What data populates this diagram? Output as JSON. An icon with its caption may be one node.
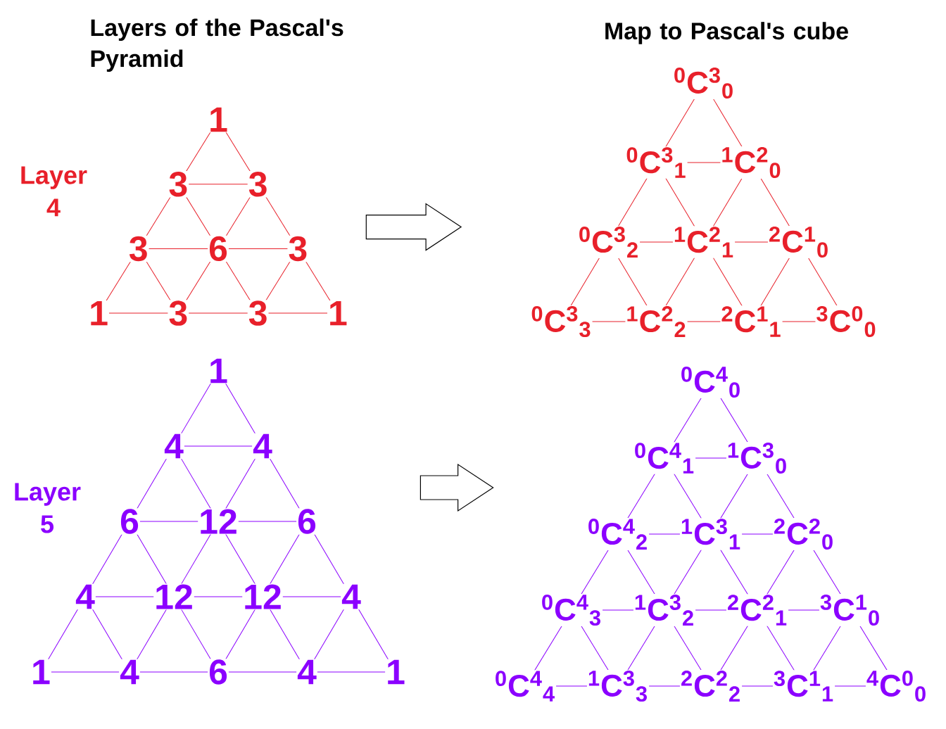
{
  "diagram": {
    "nodes": [
      {
        "text": [
          "1",
          "3",
          "3",
          "3",
          "6",
          "3",
          "1",
          "3",
          "3",
          "1"
        ]
      },
      {
        "text": [
          "$^{0}$C$^{3}$$_{0}$",
          "$^{0}$C$^{3}$$_{1}$",
          "$^{1}$C$^{2}$$_{0}$",
          "$^{0}$C$^{3}$$_{2}$",
          "$^{1}$C$^{2}$$_{1}$",
          "$^{2}$C$^{1}$$_{0}$",
          "$^{0}$C$^{3}$$_{3}$",
          "$^{1}$C$^{2}$$_{2}$",
          "$^{2}$C$^{1}$$_{1}$",
          "$^{3}$C$^{0}$$_{0}$"
        ]
      },
      {
        "text": [
          "1",
          "4",
          "4",
          "6",
          "12",
          "6",
          "4",
          "12",
          "12",
          "4",
          "1",
          "4",
          "6",
          "4",
          "1"
        ]
      },
      {
        "text": [
          "$^{0}$C$^{4}$$_{0}$",
          "$^{0}$C$^{4}$$_{1}$",
          "$^{1}$C$^{3}$$_{0}$",
          "$^{0}$C$^{4}$$_{2}$",
          "$^{1}$C$^{3}$$_{1}$",
          "$^{2}$C$^{2}$$_{0}$",
          "$^{0}$C$^{4}$$_{3}$",
          "$^{1}$C$^{3}$$_{2}$",
          "$^{2}$C$^{2}$$_{1}$",
          "$^{3}$C$^{1}$$_{0}$",
          "$^{0}$C$^{4}$$_{4}$",
          "$^{1}$C$^{3}$$_{3}$",
          "$^{2}$C$^{2}$$_{2}$",
          "$^{3}$C$^{1}$$_{1}$",
          "$^{4}$C$^{0}$$_{0}$"
        ]
      }
    ],
    "edges": [
      {
        "from": 0,
        "to": 1,
        "arrow": "to"
      },
      {
        "from": 2,
        "to": 3,
        "arrow": "to"
      }
    ],
    "labels": [
      "Layers of the Pascal's Pyramid",
      "Map to Pascal's cube",
      "Layer 4",
      "Layer 5"
    ]
  }
}
